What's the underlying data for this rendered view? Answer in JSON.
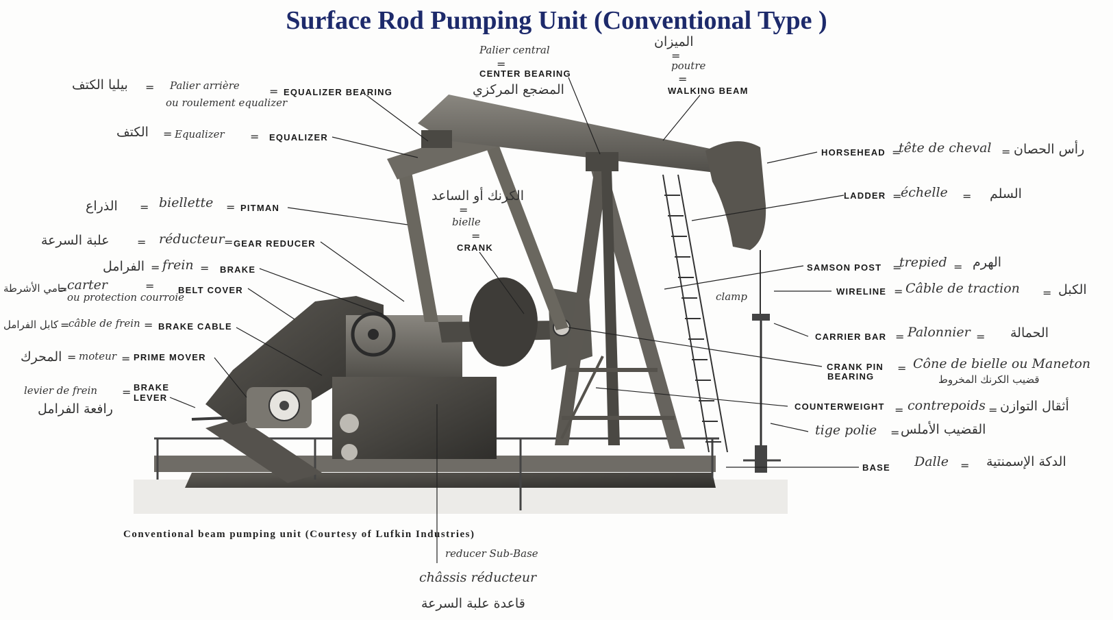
{
  "title": "Surface Rod Pumping Unit (Conventional Type )",
  "caption": "Conventional beam pumping unit (Courtesy of Lufkin Industries)",
  "eq": "=",
  "labels": {
    "equalizer_bearing": "EQUALIZER BEARING",
    "center_bearing": "CENTER BEARING",
    "walking_beam": "WALKING BEAM",
    "equalizer": "EQUALIZER",
    "horsehead": "HORSEHEAD",
    "ladder": "LADDER",
    "pitman": "PITMAN",
    "crank": "CRANK",
    "gear_reducer": "GEAR REDUCER",
    "brake": "BRAKE",
    "belt_cover": "BELT COVER",
    "samson_post": "SAMSON POST",
    "wireline": "WIRELINE",
    "brake_cable": "BRAKE CABLE",
    "carrier_bar": "CARRIER BAR",
    "prime_mover": "PRIME MOVER",
    "crank_pin_bearing_1": "CRANK PIN",
    "crank_pin_bearing_2": "BEARING",
    "brake_lever_1": "BRAKE",
    "brake_lever_2": "LEVER",
    "counterweight": "COUNTERWEIGHT",
    "base": "BASE"
  },
  "handwritten": {
    "palier_central": "Palier central",
    "center_bearing_ar": "المضجع المركزي",
    "walking_beam_ar": "الميزان",
    "poutre": "poutre",
    "equalizer_bearing_ar": "بيليا الكتف",
    "palier_arriere": "Palier arrière",
    "roulement_equalizer": "ou roulement equalizer",
    "equalizer_ar": "الكتف",
    "equalizer_fr": "Equalizer",
    "pitman_ar": "الذراع",
    "biellette": "biellette",
    "crank_ar": "الكرنك أو الساعد",
    "bielle": "bielle",
    "gear_reducer_ar": "علبة السرعة",
    "reducteur": "réducteur",
    "brake_ar": "الفرامل",
    "frein": "frein",
    "belt_cover_ar": "حامي الأشرطة",
    "carter": "carter",
    "protection_courroie": "ou protection courroie",
    "brake_cable_ar": "كابل الفرامل",
    "cable_de_frein": "câble de frein",
    "prime_mover_ar": "المحرك",
    "moteur": "moteur",
    "levier_de_frein": "levier de frein",
    "brake_lever_ar": "رافعة الفرامل",
    "tete_de_cheval": "tête de cheval",
    "horsehead_ar": "رأس الحصان",
    "echelle": "échelle",
    "ladder_ar": "السلم",
    "trepied": "trepied",
    "samson_post_ar": "الهرم",
    "clamp": "clamp",
    "cable_de_traction": "Câble de traction",
    "wireline_ar": "الكبل",
    "palonnier": "Palonnier",
    "carrier_bar_ar": "الحمالة",
    "cone_de_bielle": "Cône de bielle ou Maneton",
    "crank_pin_ar": "قضيب الكرنك المخروط",
    "contrepoids": "contrepoids",
    "counterweight_ar": "أثقال التوازن",
    "tige_polie": "tige polie",
    "polished_rod_ar": "القضيب الأملس",
    "dalle": "Dalle",
    "base_ar": "الدكة الإسمنتية",
    "reducer_sub_base": "reducer Sub-Base",
    "chassis_reducteur": "châssis réducteur",
    "sub_base_ar": "قاعدة علبة السرعة"
  }
}
